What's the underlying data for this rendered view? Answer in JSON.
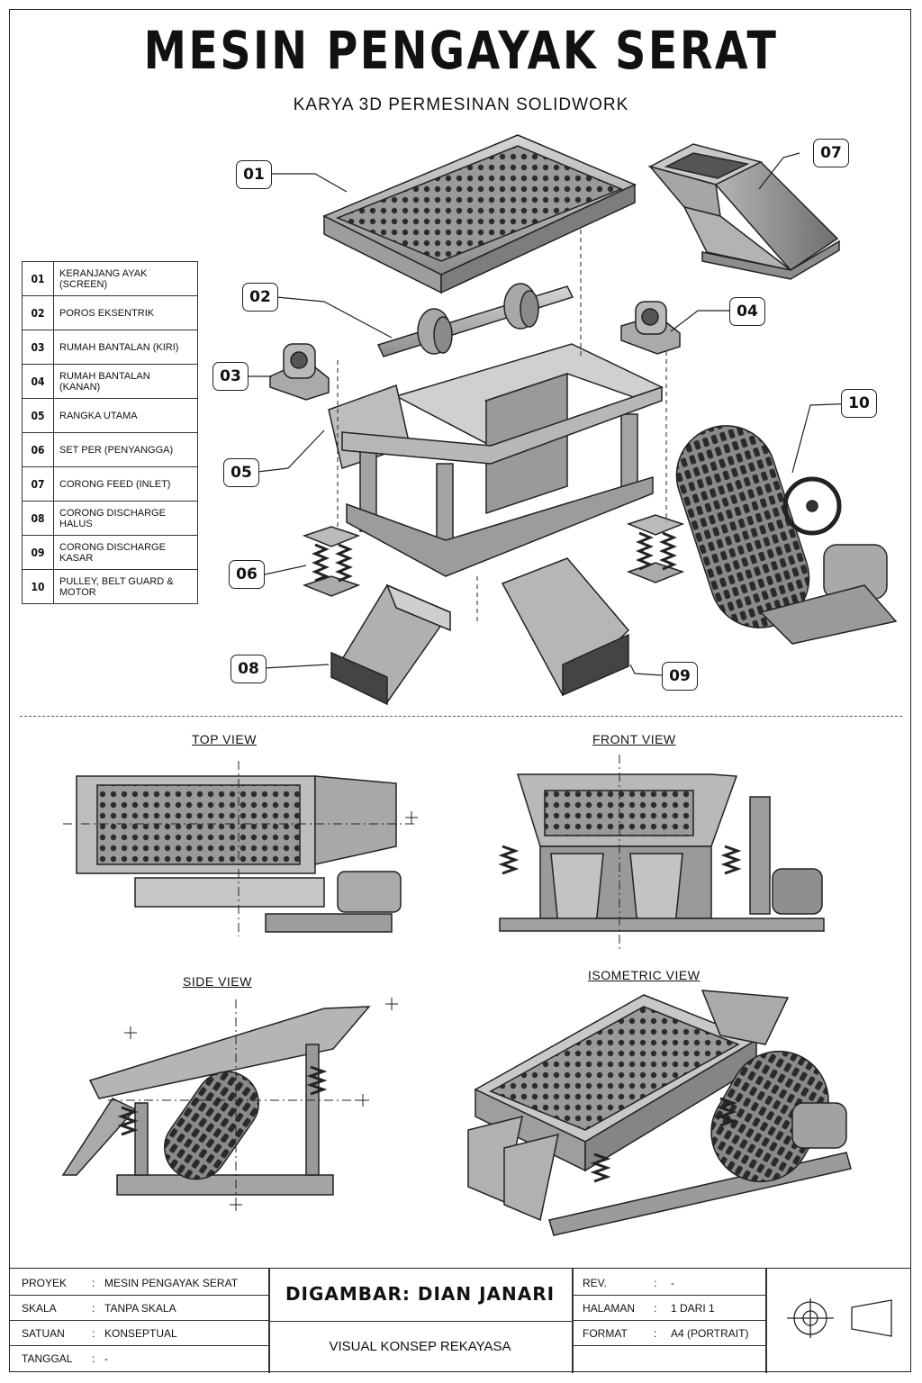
{
  "title": "MESIN PENGAYAK SERAT",
  "subtitle": "KARYA 3D PERMESINAN SOLIDWORK",
  "legend": [
    {
      "num": "01",
      "label": "KERANJANG AYAK (SCREEN)"
    },
    {
      "num": "02",
      "label": "POROS EKSENTRIK"
    },
    {
      "num": "03",
      "label": "RUMAH BANTALAN (KIRI)"
    },
    {
      "num": "04",
      "label": "RUMAH BANTALAN (KANAN)"
    },
    {
      "num": "05",
      "label": "RANGKA UTAMA"
    },
    {
      "num": "06",
      "label": "SET PER (PENYANGGA)"
    },
    {
      "num": "07",
      "label": "CORONG FEED (INLET)"
    },
    {
      "num": "08",
      "label": "CORONG DISCHARGE HALUS"
    },
    {
      "num": "09",
      "label": "CORONG DISCHARGE KASAR"
    },
    {
      "num": "10",
      "label": "PULLEY, BELT GUARD & MOTOR"
    }
  ],
  "callouts": [
    "01",
    "02",
    "03",
    "04",
    "05",
    "06",
    "07",
    "08",
    "09",
    "10"
  ],
  "views": {
    "top": "TOP VIEW",
    "front": "FRONT VIEW",
    "side": "SIDE VIEW",
    "iso": "ISOMETRIC VIEW"
  },
  "title_block": {
    "rows_left": [
      {
        "key": "PROYEK",
        "sep": ":",
        "val": "MESIN PENGAYAK SERAT"
      },
      {
        "key": "SKALA",
        "sep": ":",
        "val": "TANPA SKALA"
      },
      {
        "key": "SATUAN",
        "sep": ":",
        "val": "KONSEPTUAL"
      },
      {
        "key": "TANGGAL",
        "sep": ":",
        "val": "-"
      }
    ],
    "drawn_by": "DIGAMBAR: DIAN JANARI",
    "tagline": "VISUAL KONSEP REKAYASA",
    "rows_right": [
      {
        "key": "REV.",
        "sep": ":",
        "val": "-"
      },
      {
        "key": "HALAMAN",
        "sep": ":",
        "val": "1 DARI 1"
      },
      {
        "key": "FORMAT",
        "sep": ":",
        "val": "A4 (PORTRAIT)"
      }
    ]
  }
}
